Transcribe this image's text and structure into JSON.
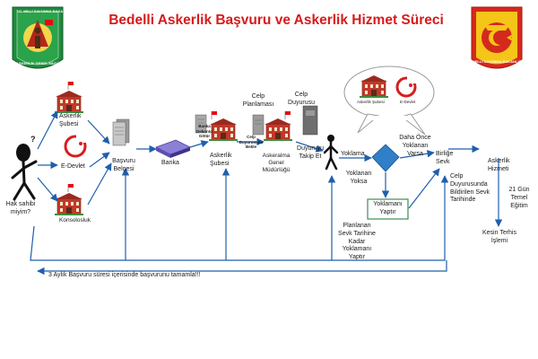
{
  "title": "Bedelli Askerlik Başvuru ve Askerlik Hizmet Süreci",
  "emblems": {
    "left": {
      "top_text": "T.C. MİLLİ SAVUNMA BAKANLIĞI",
      "bottom_text": "ASKERLİK GENEL MÜDÜRLÜĞÜ"
    },
    "right": {
      "text": "MİLLİ SAVUNMA BAKANLIĞI"
    }
  },
  "person": {
    "label_line1": "Hak sahibi",
    "label_line2": "miyim?",
    "thought": "?"
  },
  "sources": {
    "askerlik_subesi": {
      "line1": "Askerlik",
      "line2": "Şubesi"
    },
    "edevlet": "E-Devlet",
    "konsolosluk": "Konsolosluk"
  },
  "basvuru_belgesi": {
    "line1": "Başvuru",
    "line2": "Belgesi"
  },
  "banka": {
    "label": "Banka",
    "note_line1": "Banka",
    "note_line2": "Dekontu",
    "note_line3": "Götür"
  },
  "askerlik_subesi_2": {
    "line1": "Askerlik",
    "line2": "Şubesi",
    "note_line1": "Celp",
    "note_line2": "Duyurusunu",
    "note_line3": "Bekle"
  },
  "celp_planlamasi": {
    "line1": "Celp",
    "line2": "Planlaması"
  },
  "celp_duyurusu": {
    "line1": "Celp",
    "line2": "Duyurusu"
  },
  "agm": {
    "line1": "Askeralma",
    "line2": "Genel",
    "line3": "Müdürlüğü"
  },
  "duyuruyu": {
    "line1": "Duyuruyu",
    "line2": "Takip Et"
  },
  "yoklama": "Yoklama",
  "cloud": {
    "askerlik_subesi": "Askerlik Şubesi",
    "edevlet": "E-Devlet"
  },
  "daha_once": {
    "line1": "Daha Önce",
    "line2": "Yoklanan",
    "line3": "Varsa"
  },
  "yoklanan_yoksa": {
    "line1": "Yoklanan",
    "line2": "Yoksa"
  },
  "yoklamayi_yaptir": {
    "line1": "Yoklamanı",
    "line2": "Yaptır"
  },
  "planlanan": {
    "line1": "Planlanan",
    "line2": "Sevk Tarihine",
    "line3": "Kadar",
    "line4": "Yoklamanı",
    "line5": "Yaptır"
  },
  "birlige_sevk": {
    "line1": "Birliğe",
    "line2": "Sevk"
  },
  "celp_duyurusunda": {
    "line1": "Celp",
    "line2": "Duyurusunda",
    "line3": "Bildirilen Sevk",
    "line4": "Tarihinde"
  },
  "askerlik_hizmeti": {
    "line1": "Askerlik",
    "line2": "Hizmeti"
  },
  "egitim": {
    "line1": "21 Gün",
    "line2": "Temel",
    "line3": "Eğitim"
  },
  "kesin_terhis": {
    "line1": "Kesin Terhis",
    "line2": "İşlemi"
  },
  "footer_note": "3 Aylık Başvuru süresi içerisinde başvurunu tamamla!!!",
  "colors": {
    "title_red": "#d81a1a",
    "arrow_blue": "#1f5fae",
    "diamond": "#2f80c8",
    "box_border": "#3a8f58",
    "building_red": "#b3261e",
    "emblem_green": "#1f8a3c",
    "emblem_red": "#d42a1c"
  }
}
